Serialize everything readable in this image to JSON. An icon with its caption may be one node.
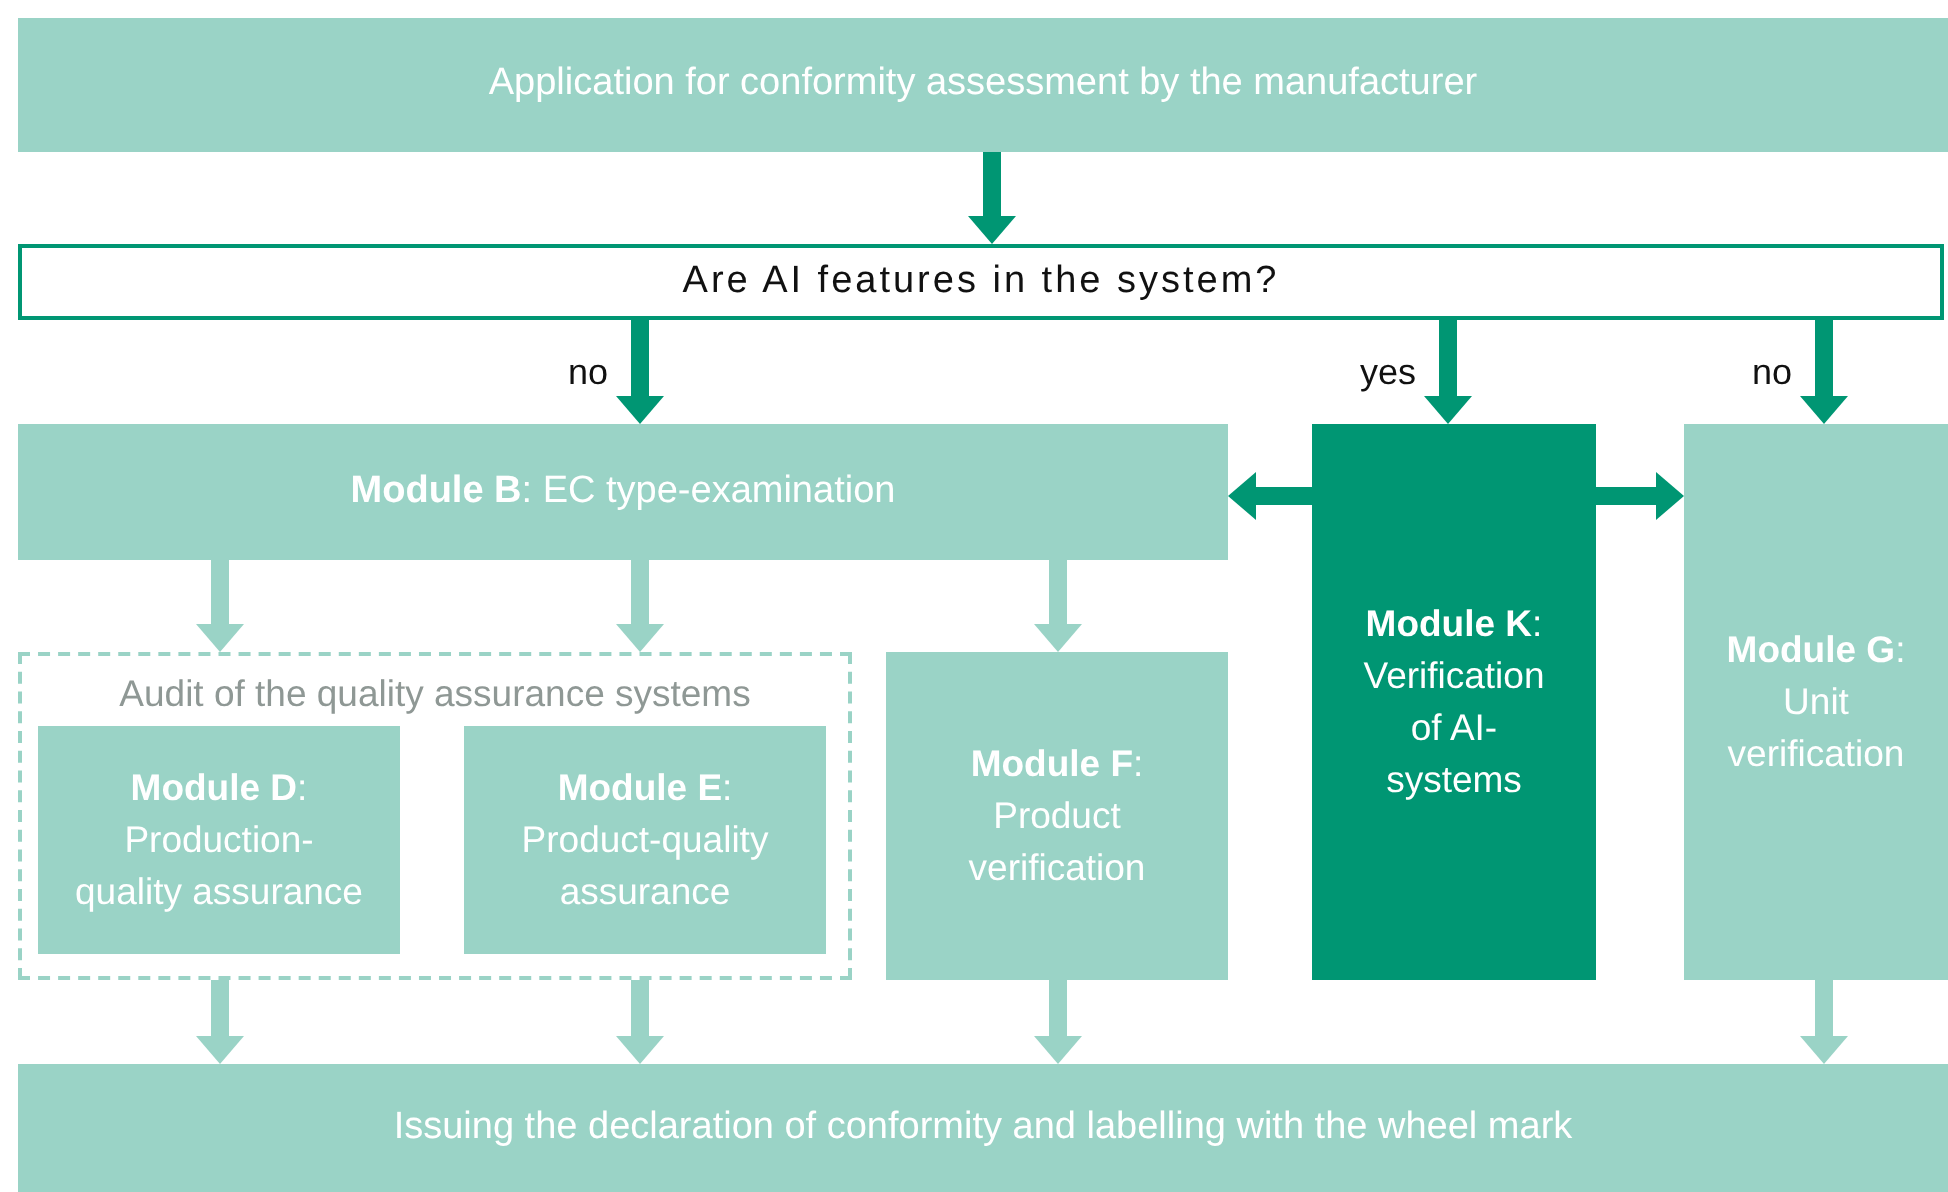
{
  "diagram": {
    "nodes": [
      {
        "text": [
          "Application for conformity assessment by the manufacturer"
        ]
      },
      {
        "text": [
          "Are AI features in the system?"
        ]
      },
      {
        "text": [
          "**Module B**: EC type-examination"
        ]
      },
      {
        "text": [
          "**Module K**: Verification of AI-systems"
        ]
      },
      {
        "text": [
          "**Module G**: Unit verification"
        ]
      },
      {
        "text": [
          "Audit of the quality assurance systems"
        ]
      },
      {
        "text": [
          "**Module D**: Production-quality assurance"
        ],
        "in": 5
      },
      {
        "text": [
          "**Module E**: Product-quality assurance"
        ],
        "in": 5
      },
      {
        "text": [
          "**Module F**: Product verification"
        ]
      },
      {
        "text": [
          "Issuing the declaration of conformity and labelling with the wheel mark"
        ]
      }
    ],
    "edges": [
      {
        "from": 0,
        "to": 1,
        "arrow": "to",
        "color": "#009673"
      },
      {
        "from": 1,
        "to": 2,
        "arrow": "to",
        "label": "no",
        "color": "#009673"
      },
      {
        "from": 1,
        "to": 3,
        "arrow": "to",
        "label": "yes",
        "color": "#009673"
      },
      {
        "from": 1,
        "to": 4,
        "arrow": "to",
        "label": "no",
        "color": "#009673"
      },
      {
        "from": 3,
        "to": 2,
        "arrow": "to",
        "color": "#009673"
      },
      {
        "from": 3,
        "to": 4,
        "arrow": "to",
        "color": "#009673"
      },
      {
        "from": 2,
        "to": 5,
        "arrow": "to"
      },
      {
        "from": 2,
        "to": 5,
        "arrow": "to"
      },
      {
        "from": 2,
        "to": 8,
        "arrow": "to"
      },
      {
        "from": 5,
        "to": 9,
        "arrow": "to"
      },
      {
        "from": 5,
        "to": 9,
        "arrow": "to"
      },
      {
        "from": 8,
        "to": 9,
        "arrow": "to"
      },
      {
        "from": 4,
        "to": 9,
        "arrow": "to"
      }
    ]
  }
}
